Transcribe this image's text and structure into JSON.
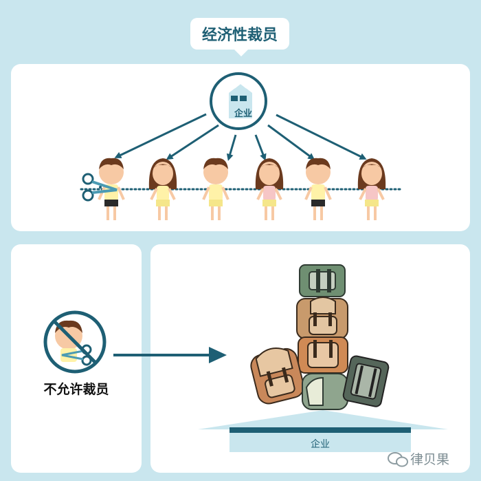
{
  "title": "经济性裁员",
  "enterprise_label": "企业",
  "no_layoff_label": "不允许裁员",
  "base_label": "企业",
  "watermark": "律贝果",
  "colors": {
    "background": "#c9e6ee",
    "panel": "#ffffff",
    "primary_dark": "#1e5f74",
    "light_blue": "#c9e6ee"
  },
  "icons": [
    "house-icon",
    "scissors-icon",
    "prohibited-icon",
    "arrow-icon",
    "backpack-icon",
    "wechat-icon"
  ]
}
